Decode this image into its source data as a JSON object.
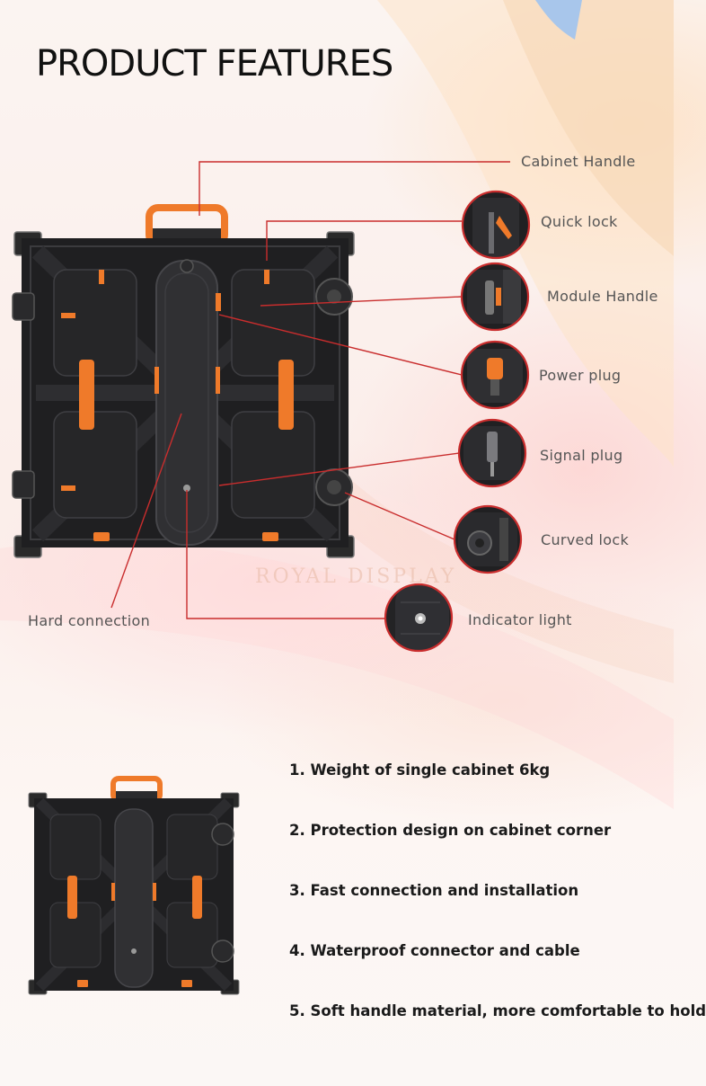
{
  "page": {
    "title": "PRODUCT FEATURES"
  },
  "callouts": [
    {
      "label": "Cabinet Handle",
      "icon": "cabinet-handle-icon"
    },
    {
      "label": "Quick lock",
      "icon": "quick-lock-icon"
    },
    {
      "label": "Module Handle",
      "icon": "module-handle-icon"
    },
    {
      "label": "Power plug",
      "icon": "power-plug-icon"
    },
    {
      "label": "Signal plug",
      "icon": "signal-plug-icon"
    },
    {
      "label": "Curved lock",
      "icon": "curved-lock-icon"
    },
    {
      "label": "Indicator light",
      "icon": "indicator-light-icon"
    },
    {
      "label": "Hard connection",
      "icon": "hard-connection-icon"
    }
  ],
  "features": [
    "1. Weight of single cabinet 6kg",
    "2. Protection design on cabinet corner",
    "3. Fast connection and installation",
    "4. Waterproof connector and cable",
    "5. Soft handle material, more comfortable to hold"
  ],
  "watermark": "ROYAL DISPLAY",
  "colors": {
    "accent_orange": "#ef7a2a",
    "cabinet_black": "#1f1f21",
    "line_red": "#cc2b2b"
  }
}
